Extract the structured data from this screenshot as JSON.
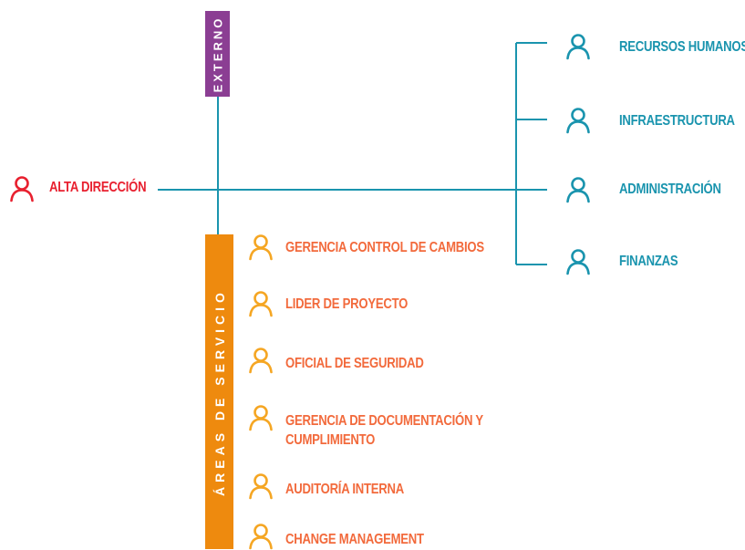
{
  "colors": {
    "line": "#1a94ae",
    "red": "#e8202f",
    "teal": "#1a94ae",
    "orange_icon": "#f5a623",
    "orange_text": "#f26a3c",
    "purple_bar": "#8b3e93",
    "orange_bar": "#ee8a0e"
  },
  "root": {
    "label": "ALTA DIRECCIÓN",
    "icon": "person-icon"
  },
  "externo": {
    "label": "EXTERNO"
  },
  "areas_servicio": {
    "label": "ÁREAS DE SERVICIO",
    "items": [
      {
        "label": "GERENCIA CONTROL DE CAMBIOS",
        "icon": "person-icon"
      },
      {
        "label": "LIDER DE PROYECTO",
        "icon": "person-icon"
      },
      {
        "label": "OFICIAL DE SEGURIDAD",
        "icon": "person-icon"
      },
      {
        "label": "GERENCIA DE DOCUMENTACIÓN Y CUMPLIMIENTO",
        "icon": "person-icon"
      },
      {
        "label": "AUDITORÍA INTERNA",
        "icon": "person-icon"
      },
      {
        "label": "CHANGE MANAGEMENT",
        "icon": "person-icon"
      }
    ]
  },
  "departamentos": {
    "items": [
      {
        "label": "RECURSOS HUMANOS",
        "icon": "person-icon"
      },
      {
        "label": "INFRAESTRUCTURA",
        "icon": "person-icon"
      },
      {
        "label": "ADMINISTRACIÓN",
        "icon": "person-icon"
      },
      {
        "label": "FINANZAS",
        "icon": "person-icon"
      }
    ]
  }
}
